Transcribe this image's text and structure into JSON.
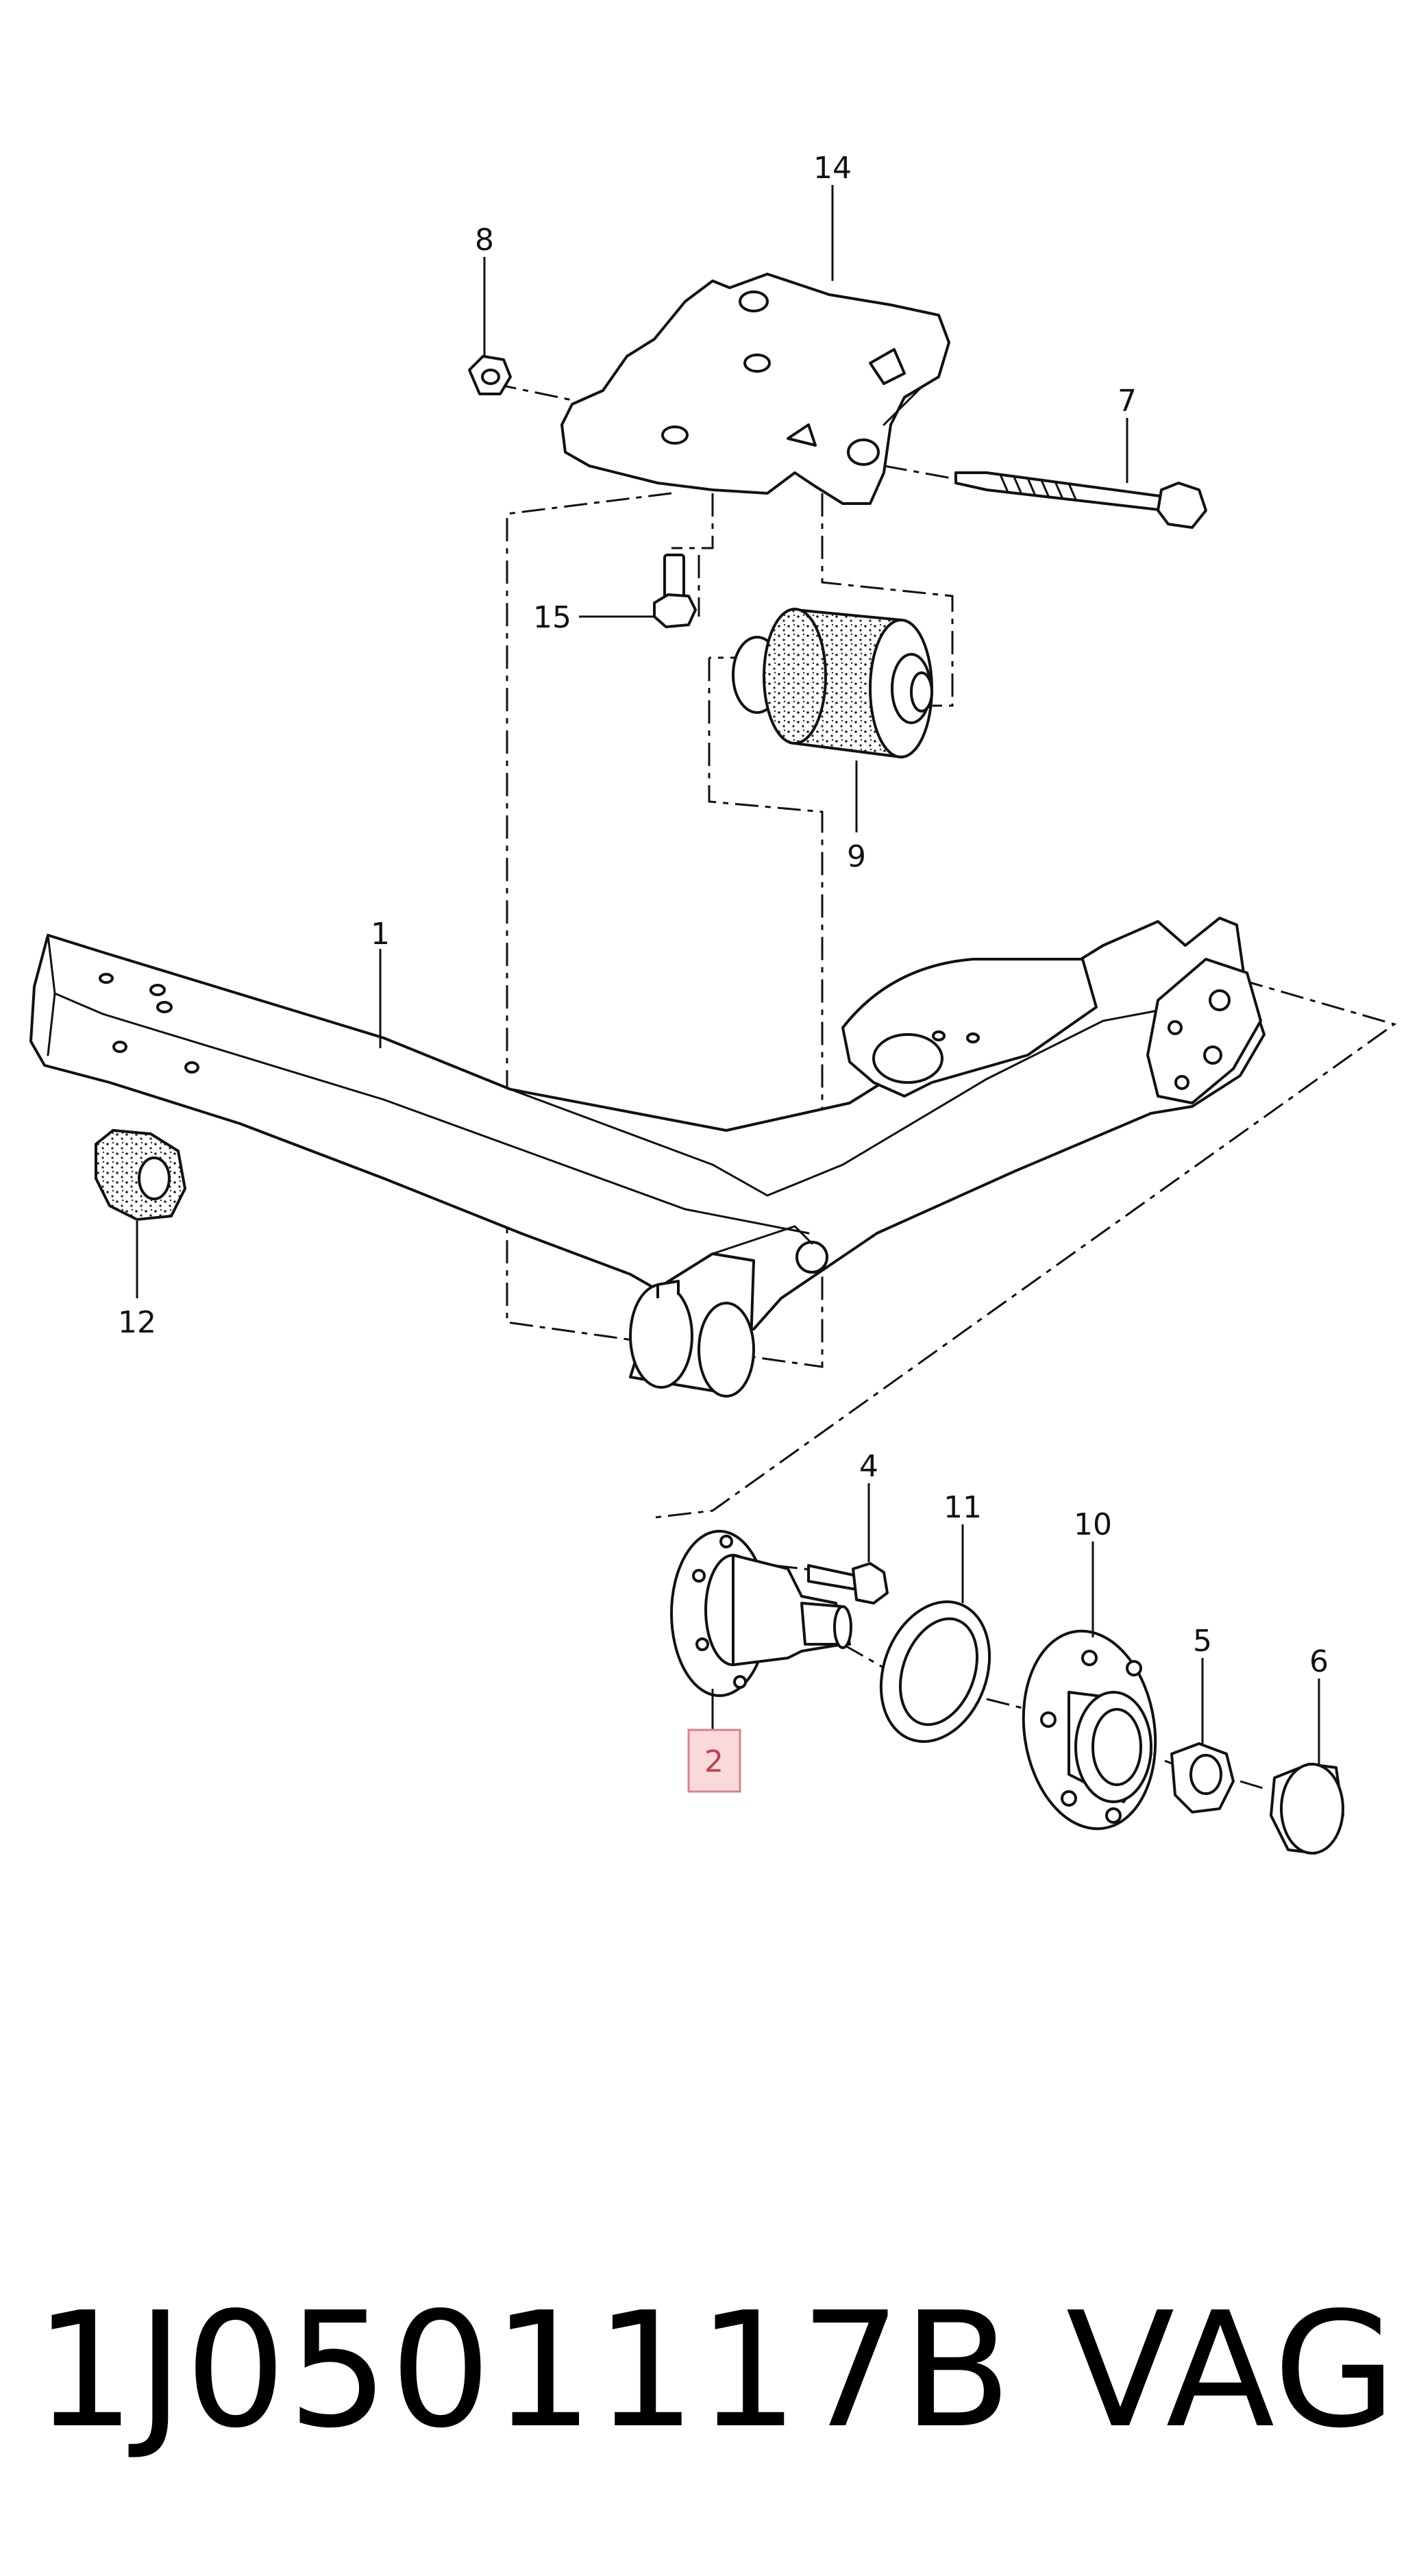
{
  "callouts": {
    "c14": "14",
    "c8": "8",
    "c7": "7",
    "c15": "15",
    "c9": "9",
    "c1": "1",
    "c12": "12",
    "c4": "4",
    "c11": "11",
    "c10": "10",
    "c5": "5",
    "c6": "6",
    "c2": "2"
  },
  "highlight": {
    "callout": "2",
    "color": "#f9d9dc",
    "border": "#d8838b"
  },
  "caption": {
    "part_number": "1J0501117B",
    "brand": "VAG"
  }
}
